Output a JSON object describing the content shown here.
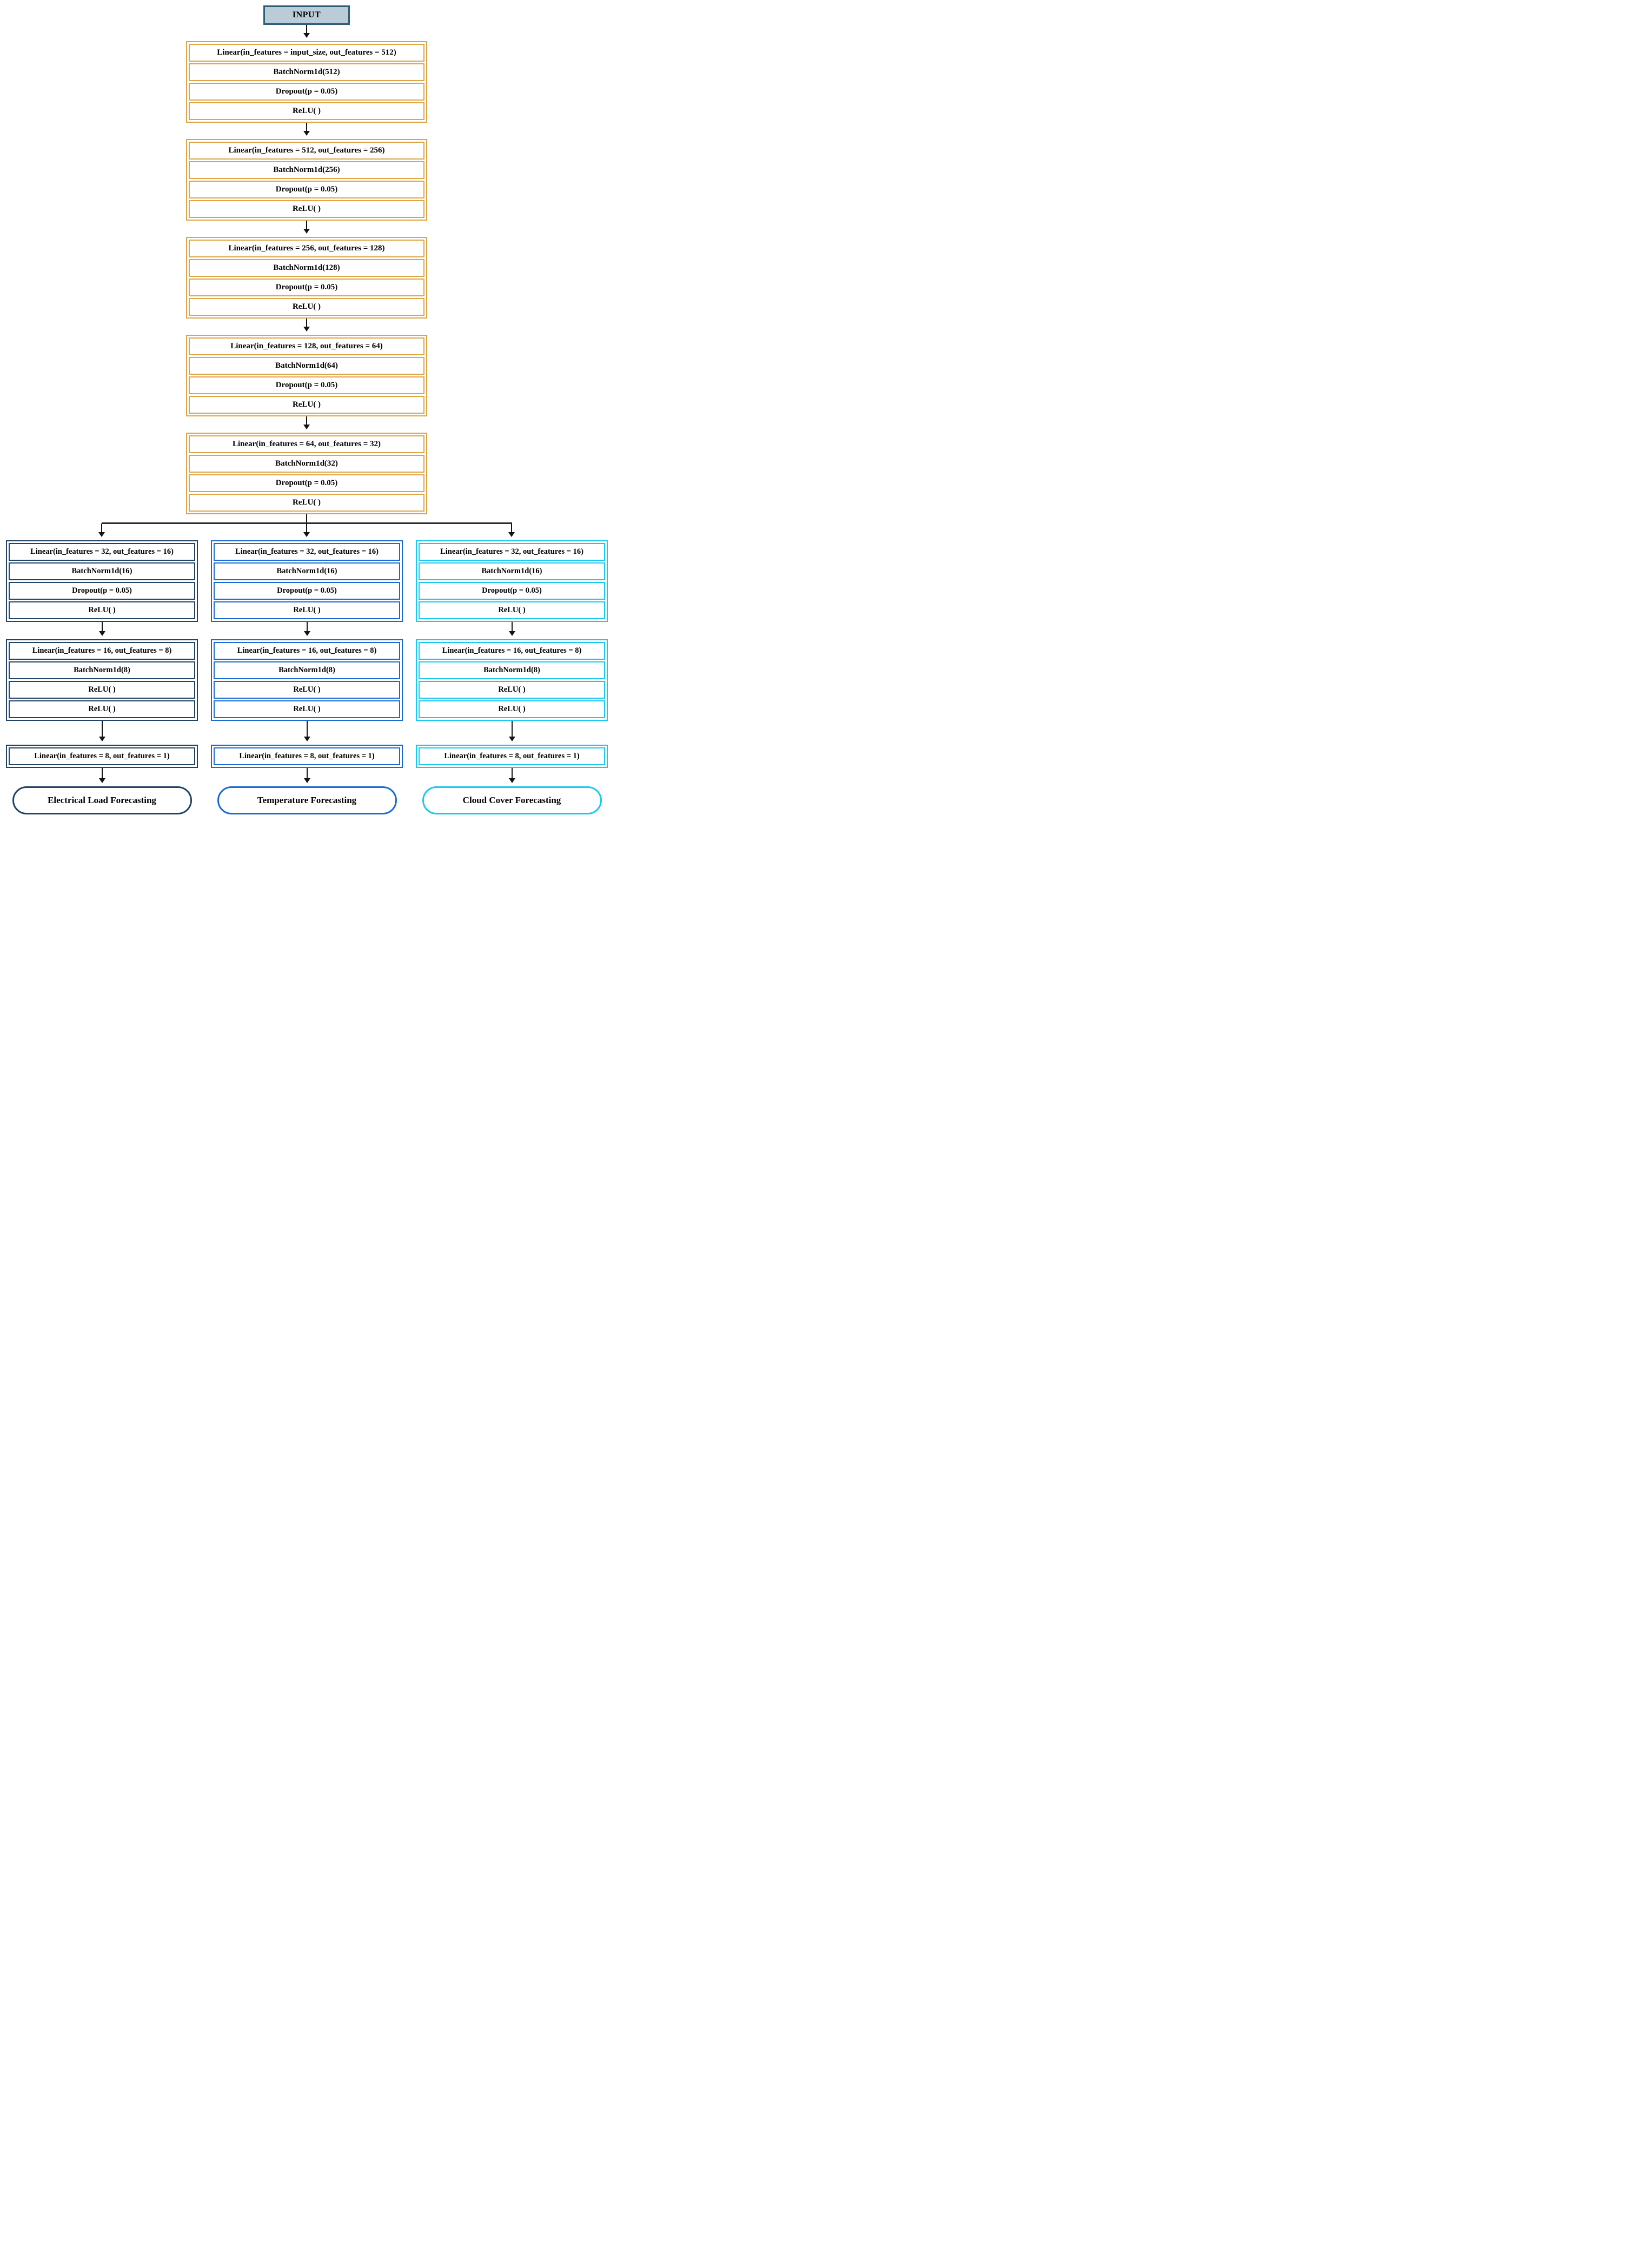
{
  "diagram": {
    "input_label": "INPUT",
    "colors": {
      "trunk_border": "#DDA546",
      "branch_electrical_border": "#204366",
      "branch_temperature_border": "#1A6AD3",
      "branch_cloud_border": "#18C9F2",
      "input_fill": "#B9CCD8",
      "input_border": "#2E5E7C",
      "connector": "#141414"
    },
    "trunk_blocks": [
      {
        "rows": [
          "Linear(in_features = input_size, out_features = 512)",
          "BatchNorm1d(512)",
          "Dropout(p = 0.05)",
          "ReLU( )"
        ]
      },
      {
        "rows": [
          "Linear(in_features = 512, out_features = 256)",
          "BatchNorm1d(256)",
          "Dropout(p = 0.05)",
          "ReLU( )"
        ]
      },
      {
        "rows": [
          "Linear(in_features = 256, out_features = 128)",
          "BatchNorm1d(128)",
          "Dropout(p = 0.05)",
          "ReLU( )"
        ]
      },
      {
        "rows": [
          "Linear(in_features = 128, out_features = 64)",
          "BatchNorm1d(64)",
          "Dropout(p = 0.05)",
          "ReLU( )"
        ]
      },
      {
        "rows": [
          "Linear(in_features = 64, out_features = 32)",
          "BatchNorm1d(32)",
          "Dropout(p = 0.05)",
          "ReLU( )"
        ]
      }
    ],
    "branches": [
      {
        "id": "electrical-load",
        "block1": {
          "rows": [
            "Linear(in_features = 32, out_features = 16)",
            "BatchNorm1d(16)",
            "Dropout(p = 0.05)",
            "ReLU( )"
          ]
        },
        "block2": {
          "rows": [
            "Linear(in_features = 16, out_features = 8)",
            "BatchNorm1d(8)",
            "ReLU( )",
            "ReLU( )"
          ]
        },
        "block3": {
          "rows": [
            "Linear(in_features = 8, out_features = 1)"
          ]
        },
        "output_label": "Electrical Load Forecasting"
      },
      {
        "id": "temperature",
        "block1": {
          "rows": [
            "Linear(in_features = 32, out_features = 16)",
            "BatchNorm1d(16)",
            "Dropout(p = 0.05)",
            "ReLU( )"
          ]
        },
        "block2": {
          "rows": [
            "Linear(in_features = 16, out_features = 8)",
            "BatchNorm1d(8)",
            "ReLU( )",
            "ReLU( )"
          ]
        },
        "block3": {
          "rows": [
            "Linear(in_features = 8, out_features = 1)"
          ]
        },
        "output_label": "Temperature Forecasting"
      },
      {
        "id": "cloud-cover",
        "block1": {
          "rows": [
            "Linear(in_features = 32, out_features = 16)",
            "BatchNorm1d(16)",
            "Dropout(p = 0.05)",
            "ReLU( )"
          ]
        },
        "block2": {
          "rows": [
            "Linear(in_features = 16, out_features = 8)",
            "BatchNorm1d(8)",
            "ReLU( )",
            "ReLU( )"
          ]
        },
        "block3": {
          "rows": [
            "Linear(in_features = 8, out_features = 1)"
          ]
        },
        "output_label": "Cloud Cover Forecasting"
      }
    ]
  }
}
